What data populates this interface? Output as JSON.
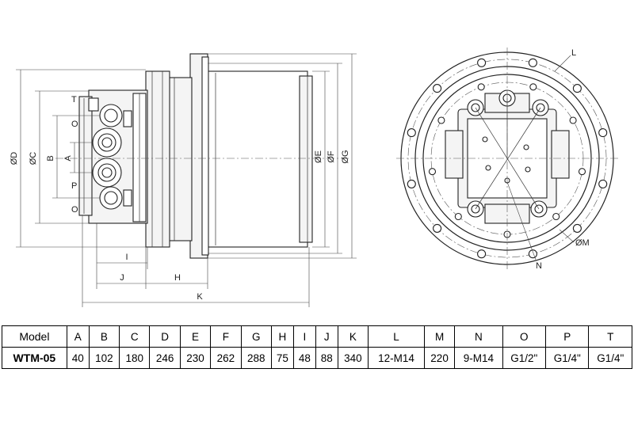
{
  "side_view": {
    "dimension_labels": [
      "ØD",
      "ØC",
      "B",
      "A",
      "ØE",
      "ØF",
      "ØG",
      "I",
      "J",
      "H",
      "K"
    ],
    "port_labels": [
      "T",
      "O",
      "P",
      "O"
    ]
  },
  "front_view": {
    "labels": [
      "L",
      "ØM",
      "N"
    ]
  },
  "table": {
    "header": [
      "Model",
      "A",
      "B",
      "C",
      "D",
      "E",
      "F",
      "G",
      "H",
      "I",
      "J",
      "K",
      "L",
      "M",
      "N",
      "O",
      "P",
      "T"
    ],
    "rows": [
      [
        "WTM-05",
        "40",
        "102",
        "180",
        "246",
        "230",
        "262",
        "288",
        "75",
        "48",
        "88",
        "340",
        "12-M14",
        "220",
        "9-M14",
        "G1/2\"",
        "G1/4\"",
        "G1/4\""
      ]
    ]
  }
}
